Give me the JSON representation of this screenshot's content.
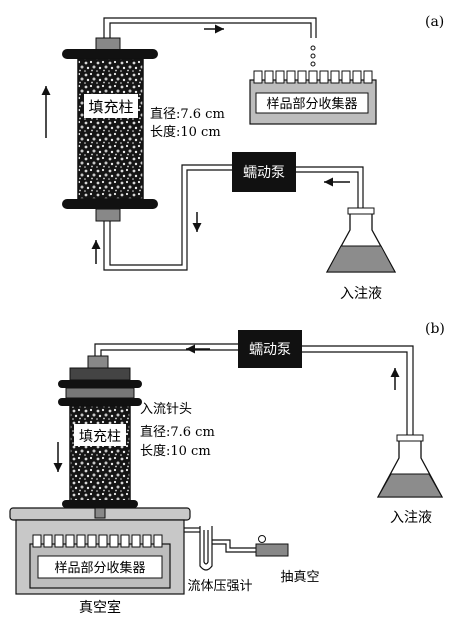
{
  "panel_a": {
    "tag": "(a)",
    "column_label": "填充柱",
    "diameter": "直径:7.6 cm",
    "length": "长度:10 cm",
    "pump_label": "蠕动泵",
    "collector_label": "样品部分收集器",
    "inflow_label": "入注液"
  },
  "panel_b": {
    "tag": "(b)",
    "pump_label": "蠕动泵",
    "needle_label": "入流针头",
    "column_label": "填充柱",
    "diameter": "直径:7.6 cm",
    "length": "长度:10 cm",
    "inflow_label": "入注液",
    "collector_label": "样品部分收集器",
    "manometer_label": "流体压强计",
    "vacuum_label": "抽真空",
    "chamber_label": "真空室"
  },
  "colors": {
    "dark": "#111111",
    "tube": "#ffffff",
    "collector_fill": "#bdbdbd",
    "liquid_fill": "#8c8c8c",
    "chamber_fill": "#c8c8c8"
  }
}
